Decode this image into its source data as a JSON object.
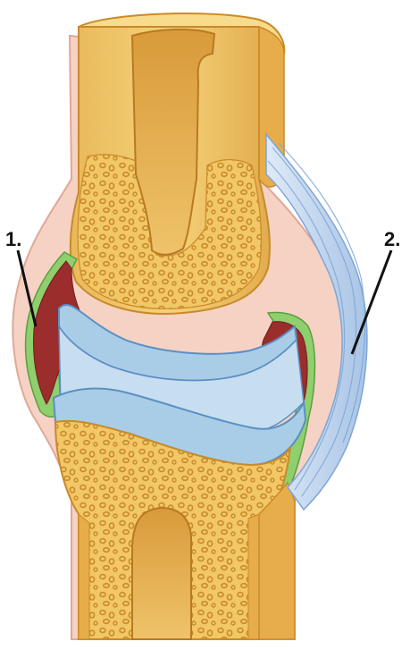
{
  "labels": [
    {
      "id": "1",
      "text": "1."
    },
    {
      "id": "2",
      "text": "2."
    }
  ],
  "colors": {
    "bone": "#f2c766",
    "bone_dark": "#d9a441",
    "bone_light": "#f8dc8c",
    "marrow": "#e8b34f",
    "spongy_dot": "#c98a2a",
    "periosteum": "#f3c9b8",
    "joint_capsule_cut": "#f6d2c4",
    "synovial_membrane": "#8fcf6e",
    "synovial_cavity": "#9b2d2d",
    "articular_cartilage": "#a9cde6",
    "cartilage_edge": "#5b8fc4",
    "ligament": "#b9d3ee",
    "ligament_line": "#7ea6d6",
    "leader_line": "#111111"
  }
}
